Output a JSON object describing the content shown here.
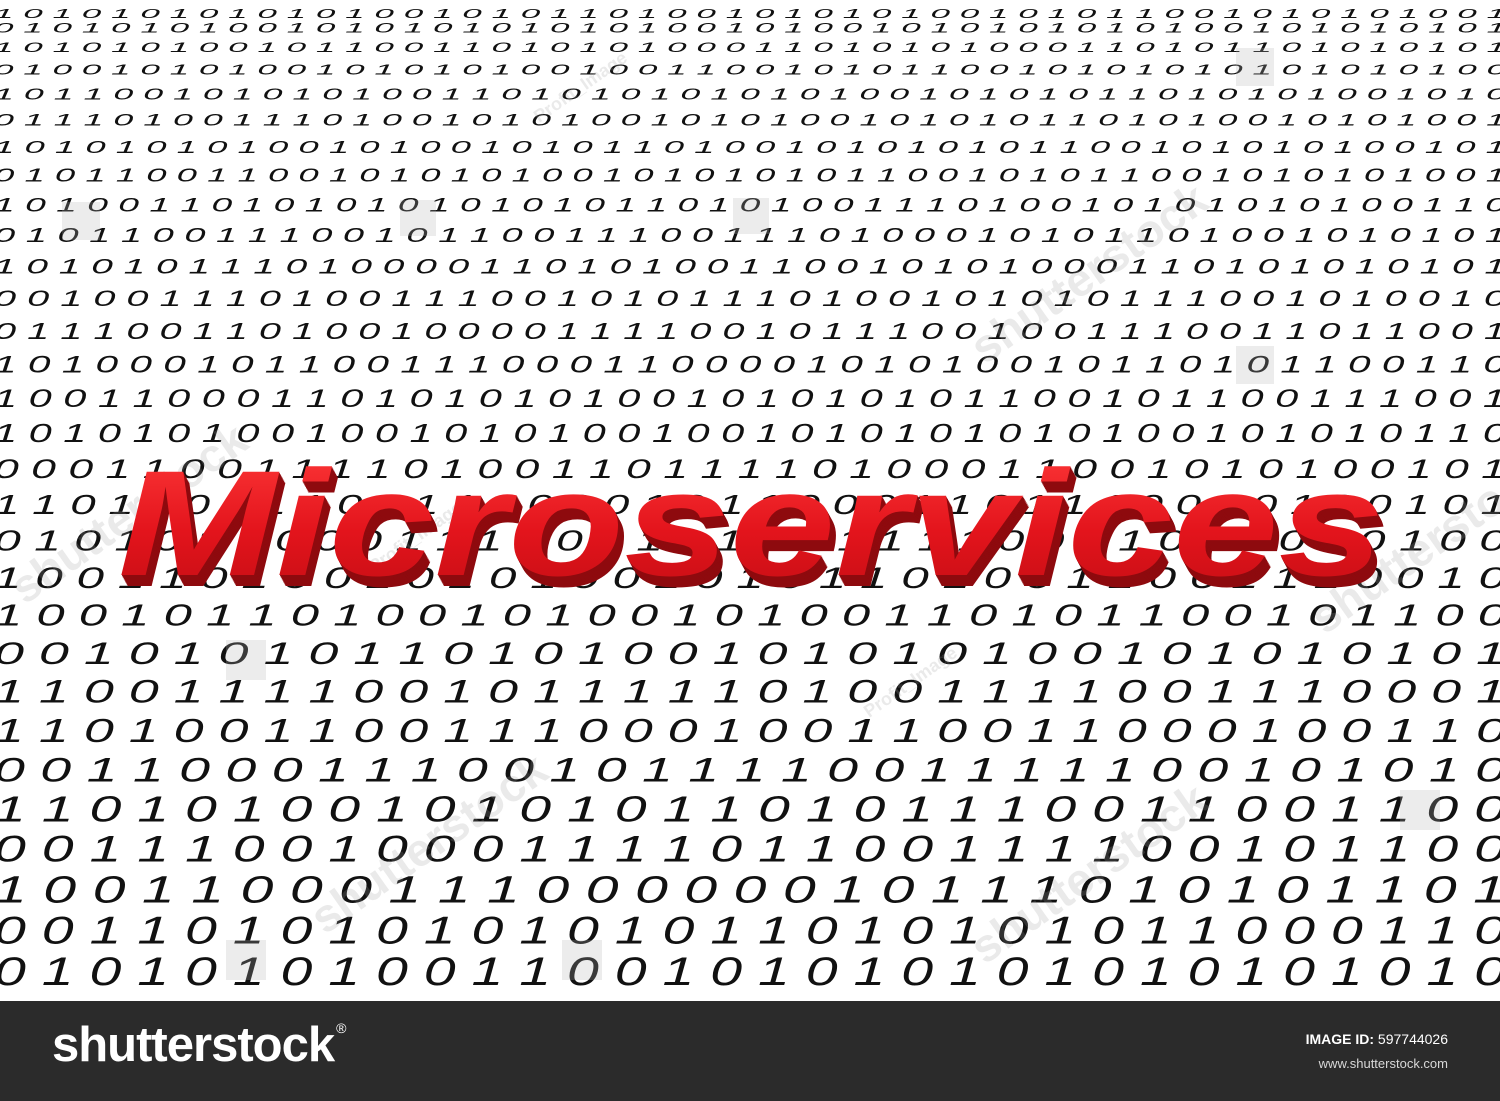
{
  "headline": {
    "text": "Microservices",
    "color": "#e3141c",
    "shadow_color": "#8e0a0e"
  },
  "binary_rows": [
    "1 0 1 0 1 0 1 0 1 0 1 0 1 0 0 1 0 1 0 1 1 0 1 0 0 1 0 1 0 1 0 1 0 0 1 0 1 0 1 1 0 0 1 0 1 0 1 0 1 0 0 1",
    "0 1 0 1 0 1 0 1 0 0 1 0 1 0 1 0 1 0 1 0 1 0 1 0 0 1 0 1 0 0 1 0 1 0 1 0 1 0 1 0 1 0 0 1 0 1 0 1 0 1 0 1",
    "1 0 1 0 1 0 1 0 0 1 0 1 1 0 0 1 1 0 1 0 1 0 1 0 0 0 1 1 0 1 0 1 0 1 0 0 0 1 1 0 1 0 1 1 0 1 0 1 0 1 0 1",
    "0 1 0 0 1 0 1 0 1 0 0 1 0 1 0 1 0 1 0 0 1 0 0 1 1 0 0 1 0 1 0 1 1 0 0 1 0 1 0 1 0 1 0 1 0 1 0 1 0 1 0 0",
    "1 0 1 1 0 0 1 0 1 0 1 0 1 0 0 1 1 0 1 0 1 0 1 0 1 0 1 0 1 0 0 1 0 1 0 1 0 1 1 0 1 0 1 0 1 0 0 1 0 1 0",
    "0 1 1 1 0 1 0 0 1 1 1 0 1 0 0 1 0 1 0 1 0 0 1 0 1 0 1 0 0 1 0 1 0 1 0 1 1 0 1 0 1 0 0 1 0 1 0 1 0 0 1",
    "1 0 1 0 1 0 1 0 1 0 0 1 0 1 0 0 1 0 1 0 1 1 0 1 0 0 1 0 1 0 1 0 1 0 1 1 0 0 1 0 1 0 1 0 1 0 0 1 0 1",
    "0 1 0 1 1 0 0 1 1 0 0 1 0 1 0 1 0 1 0 0 1 0 1 0 1 0 1 0 1 1 0 0 1 0 1 0 1 1 0 0 1 0 1 0 1 0 1 0 0 1",
    "1 0 1 0 0 1 1 0 1 0 1 0 1 0 1 0 1 0 1 0 1 1 0 1 0 1 0 0 1 1 1 0 1 0 0 1 0 1 0 1 0 1 0 1 0 0 1 1 0",
    "0 1 0 1 1 0 0 1 1 1 0 0 1 0 1 1 0 0 1 1 1 0 0 1 1 1 0 1 0 0 0 1 0 1 0 1 1 0 1 0 0 1 0 1 0 1 0 1",
    "1 0 1 0 1 0 1 1 1 0 1 0 0 0 0 1 1 0 1 0 1 0 0 1 1 0 0 1 0 1 0 1 0 0 0 1 1 0 1 0 1 0 1 0 1 0 1",
    "0 0 1 0 0 1 1 1 0 1 0 0 1 1 1 0 0 1 0 1 0 1 1 1 0 1 0 0 1 0 1 0 1 0 1 1 1 0 0 1 0 1 0 0 1 0",
    "0 1 1 1 0 0 1 1 0 1 0 0 1 0 0 0 0 1 1 1 1 0 0 1 0 1 1 1 0 0 1 0 0 1 1 1 0 0 1 1 0 1 1 0 0 1",
    "1 0 1 0 0 0 1 0 1 1 0 0 1 1 1 0 0 0 1 1 0 0 0 0 1 0 1 0 1 0 0 1 0 1 1 0 1 0 1 1 0 0 1 1 0",
    "1 0 0 1 1 0 0 0 1 1 0 1 0 1 0 1 0 1 0 0 1 0 1 0 1 0 1 0 1 1 0 0 1 0 1 1 0 0 1 1 1 0 0 1",
    "1 0 1 0 1 0 1 0 0 1 0 0 1 0 1 0 1 0 0 1 0 0 1 0 1 0 1 0 1 0 1 0 1 0 0 1 0 1 0 1 0 1 1 0",
    "0 0 0 1 1 0 0 1 1 1 1 0 1 0 0 1 1 0 1 1 1 1 0 1 0 0 0 1 1 0 0 1 0 1 0 1 0 0 1 0 1",
    "1 1 0 1 0 0 0 1 1 0 0 1 1 1 0 0 0 1 0 1 1 0 0 0 1 1 0 1 1 1 0 0 1 0 1 0 0 1 0 1",
    "0 1 0 1 0 1 1 0 0 0 1 1 1 1 0 0 1 0 1 0 1 1 1 1 1 0 0 1 1 0 0 1 0 1 0 1 0 0",
    "1 0 0 1 1 0 1 0 0 1 0 1 0 1 0 0 1 0 1 0 1 1 0 1 0 0 1 1 0 0 1 1 1 0 0 1 0",
    "1 0 0 1 0 1 1 0 1 0 0 1 0 1 0 0 1 0 1 0 0 1 1 0 1 0 1 1 0 0 1 0 1 1 0 0",
    "0 0 1 0 1 0 1 0 1 1 0 1 0 1 0 0 1 0 1 0 1 0 1 0 0 1 0 1 0 1 0 1 0 1",
    "1 1 0 0 1 1 1 1 0 0 1 0 1 1 1 1 1 0 1 0 0 1 1 1 1 0 0 1 1 1 0 0 0 1",
    "1 1 0 1 0 0 1 1 0 0 1 1 1 0 0 0 1 0 0 1 1 0 0 1 1 0 0 0 1 0 0 1 1 0",
    "0 0 1 1 0 0 0 1 1 1 0 0 1 0 1 1 1 1 0 0 1 1 1 1 1 0 0 1 0 1 0 1 0",
    "1 1 0 1 0 1 0 0 1 0 1 0 1 0 1 1 0 1 0 1 1 1 0 0 1 1 0 0 1 1 0 0",
    "0 0 1 1 1 0 0 1 0 0 0 1 1 1 1 0 1 1 0 0 1 1 1 1 0 0 1 0 1 1 0 0",
    "1 0 0 1 1 0 0 0 1 1 1 0 0 0 0 0 0 1 0 1 1 1 0 1 0 1 0 1 1 0 1",
    "0 0 1 1 0 1 0 1 0 1 0 1 0 1 0 1 1 0 1 0 1 0 1 0 1 1 0 0 0 1 1 0",
    "0 1 0 1 0 1 0 1 0 0 1 1 0 0 1 0 1 0 1 0 1 0 1 0 1 0 1 0 1 0 1 0"
  ],
  "watermark": {
    "text": "shutterstock",
    "small_text": "Profit_Image"
  },
  "footer": {
    "brand": "shutterstock",
    "brand_mark": "®",
    "image_id_label": "IMAGE ID:",
    "image_id_value": "597744026",
    "site_url": "www.shutterstock.com",
    "background_color": "#2b2b2b"
  }
}
